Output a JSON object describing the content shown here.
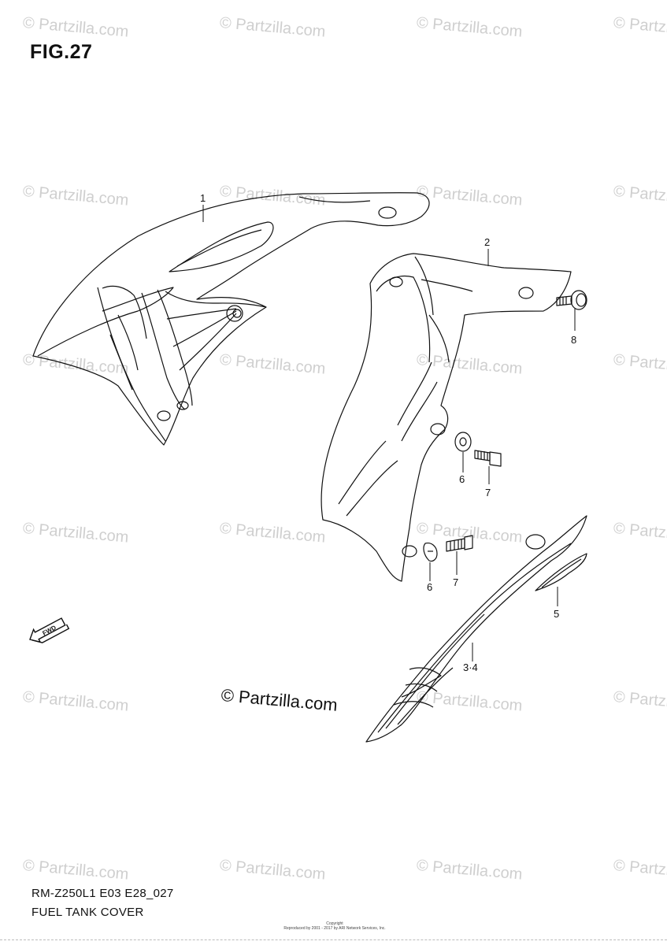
{
  "figure": {
    "title": "FIG.27"
  },
  "watermark": {
    "text": "© Partzilla.com"
  },
  "center_watermark": {
    "text": "© Partzilla.com"
  },
  "callouts": {
    "c1": "1",
    "c2": "2",
    "c34": "3·4",
    "c5": "5",
    "c6a": "6",
    "c6b": "6",
    "c7a": "7",
    "c7b": "7",
    "c8": "8"
  },
  "fwd_arrow": {
    "label": "FWD"
  },
  "diagram_code": "RM-Z250L1 E03 E28_027",
  "diagram_name": "FUEL TANK COVER",
  "footer": {
    "line1": "Copyright",
    "line2": "Reproduced by 2001 - 2017 by ARI Network Services, Inc."
  }
}
